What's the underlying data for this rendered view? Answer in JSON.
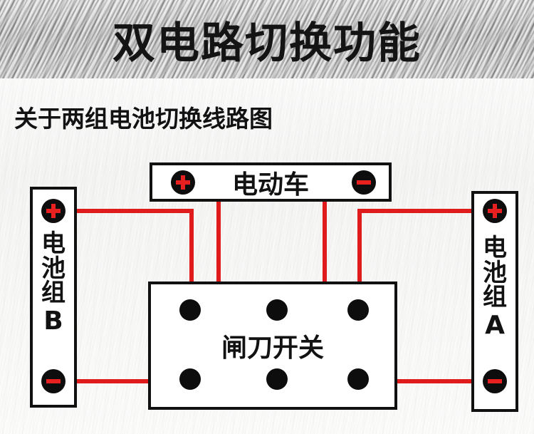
{
  "banner": {
    "title": "双电路切换功能"
  },
  "subtitle": "关于两组电池切换线路图",
  "diagram": {
    "ev_box": {
      "label": "电动车",
      "positive_sign": "+",
      "negative_sign": "-"
    },
    "battery_b": {
      "name": "电池组",
      "letter": "B",
      "positive_sign": "+",
      "negative_sign": "-"
    },
    "battery_a": {
      "name": "电池组",
      "letter": "A",
      "positive_sign": "+",
      "negative_sign": "-"
    },
    "switch_box": {
      "label": "闸刀开关",
      "terminal_count": 6
    },
    "colors": {
      "wire": "#e01b1b",
      "terminal": "#0d0d0d",
      "box_border": "#111111",
      "text": "#121212",
      "banner": "#c9c9c9"
    },
    "connections": [
      "电池组B + → 闸刀开关 左上接线柱",
      "电池组B - → 闸刀开关 左下接线柱",
      "电动车 + → 闸刀开关 中上接线柱",
      "电动车 - → 闸刀开关 中下接线柱",
      "电池组A + → 闸刀开关 右上接线柱",
      "电池组A - → 闸刀开关 右下接线柱"
    ]
  }
}
